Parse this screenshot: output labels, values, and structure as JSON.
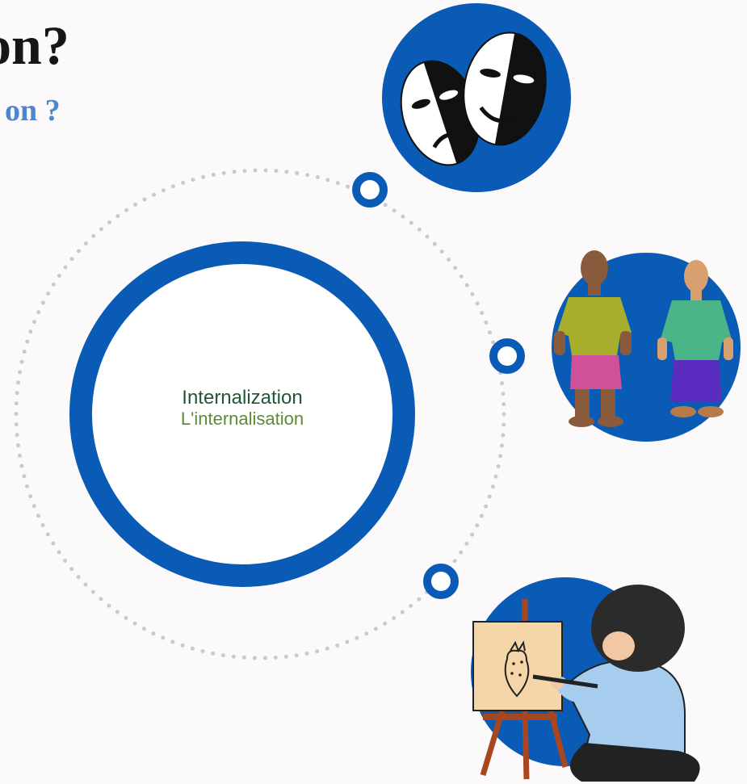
{
  "header": {
    "title": "on?",
    "subtitle": "on ?"
  },
  "concept": {
    "label_en": "Internalization",
    "label_fr": "L'internalisation"
  },
  "nodes": [
    {
      "icon": "theater-masks-icon"
    },
    {
      "icon": "clay-figures-icon"
    },
    {
      "icon": "child-painting-icon"
    }
  ],
  "colors": {
    "background": "#fbf9fa",
    "ring_blue": "#0a5bb5",
    "title": "#161616",
    "subtitle": "#4f86cb",
    "label_en": "#1f5737",
    "label_fr": "#5e8a36",
    "dots": "#c9c9cf"
  }
}
